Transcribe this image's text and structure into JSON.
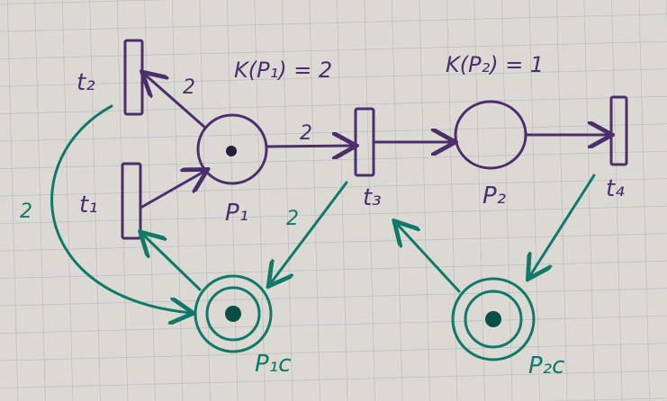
{
  "colors": {
    "paper": "#dcd9d5",
    "grid": "#b7b9bd",
    "purple": "#4a2f6b",
    "green": "#0f7a67"
  },
  "labels": {
    "t2": "t₂",
    "t1": "t₁",
    "t3": "t₃",
    "t4": "t₄",
    "p1": "P₁",
    "p2": "P₂",
    "p1c": "P₁c",
    "p2c": "P₂c"
  },
  "capacities": {
    "p1": "K(P₁) = 2",
    "p2": "K(P₂) = 1"
  },
  "weights": {
    "p1_t2": "2",
    "p1_t3": "2",
    "t2_p1c": "2",
    "t3_p1c": "2"
  }
}
